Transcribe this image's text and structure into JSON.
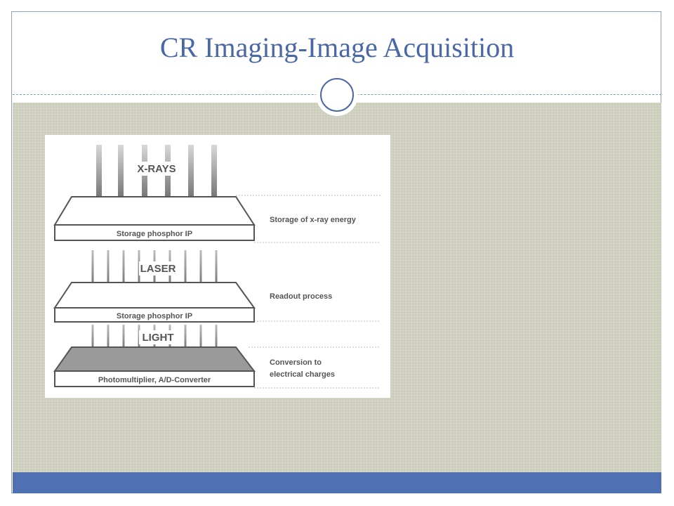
{
  "slide": {
    "title": "CR Imaging-Image Acquisition"
  },
  "diagram": {
    "labels": {
      "xrays": "X-RAYS",
      "laser": "LASER",
      "light": "LIGHT"
    },
    "plates": {
      "ip1": "Storage phosphor IP",
      "ip2": "Storage phosphor IP",
      "pm": "Photomultiplier, A/D-Converter"
    },
    "steps": {
      "storage": "Storage of x-ray energy",
      "readout": "Readout process",
      "conversion_line1": "Conversion to",
      "conversion_line2": "electrical charges"
    }
  },
  "colors": {
    "title": "#4a67a6",
    "footer": "#5070b4",
    "content_bg": "#ccccbb"
  }
}
